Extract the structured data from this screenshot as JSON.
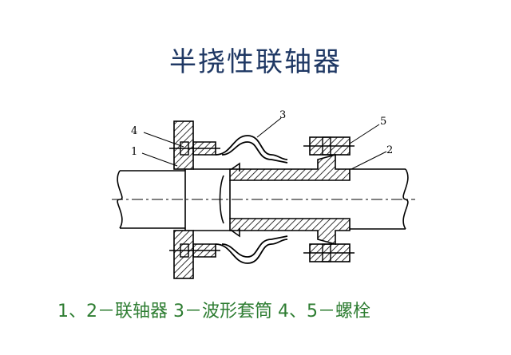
{
  "slide": {
    "title": "半挠性联轴器",
    "caption": "1、2－联轴器 3－波形套筒 4、5－螺栓"
  },
  "diagram": {
    "part_labels": [
      "4",
      "1",
      "3",
      "5",
      "2"
    ]
  }
}
